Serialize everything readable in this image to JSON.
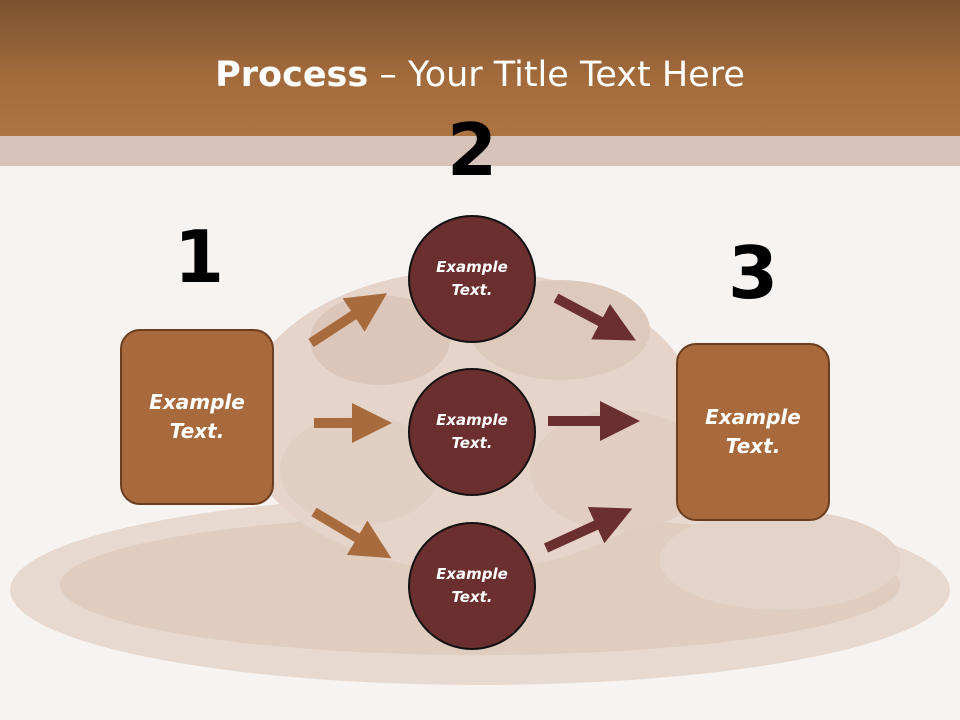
{
  "title": {
    "bold": "Process",
    "rest": " – Your Title Text Here"
  },
  "steps": {
    "one": "1",
    "two": "2",
    "three": "3"
  },
  "left_box": {
    "text": "Example\nText."
  },
  "right_box": {
    "text": "Example\nText."
  },
  "circles": [
    {
      "text": "Example\nText."
    },
    {
      "text": "Example\nText."
    },
    {
      "text": "Example\nText."
    }
  ],
  "colors": {
    "title_band": "#a46c3c",
    "box_fill": "#a8693c",
    "circle_fill": "#6b2f2f",
    "arrow_left": "#a86b3d",
    "arrow_right": "#6b2f2f"
  }
}
